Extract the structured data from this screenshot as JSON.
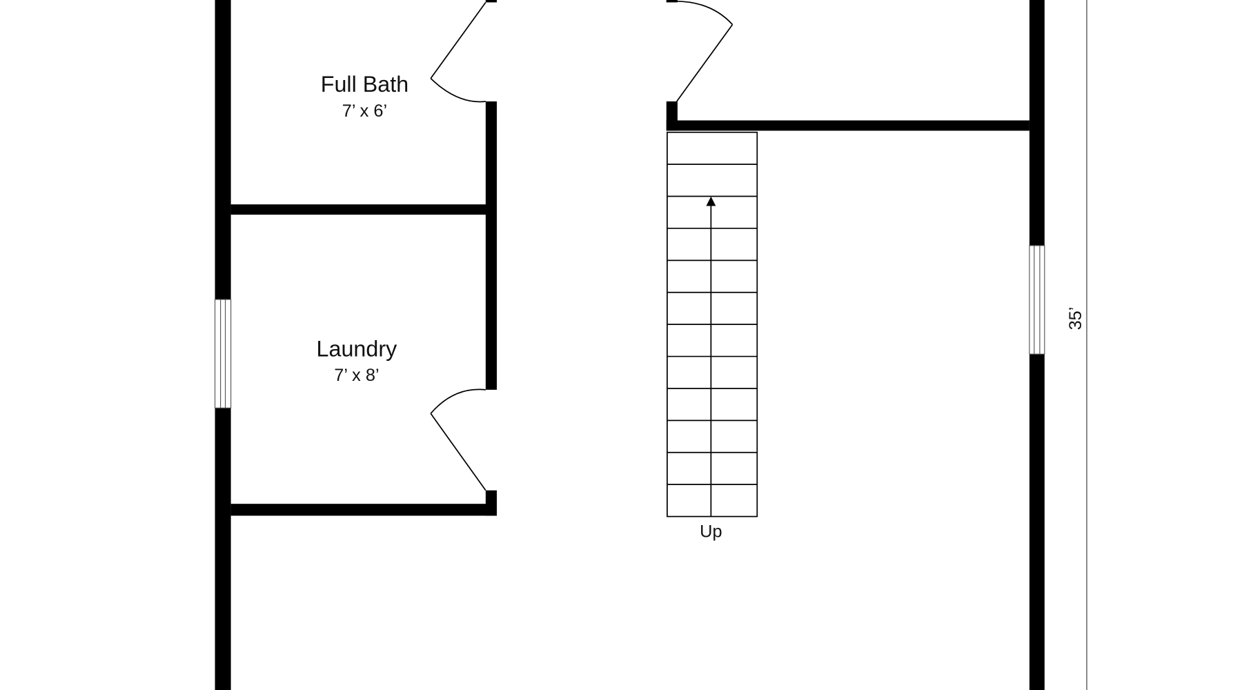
{
  "rooms": [
    {
      "name": "Full Bath",
      "size": "7’ x 6’"
    },
    {
      "name": "Laundry",
      "size": "7’ x 8’"
    }
  ],
  "stairs": {
    "label": "Up",
    "treads": 12
  },
  "dimension": {
    "label": "35’"
  },
  "colors": {
    "wall": "#000000",
    "background": "#ffffff"
  }
}
